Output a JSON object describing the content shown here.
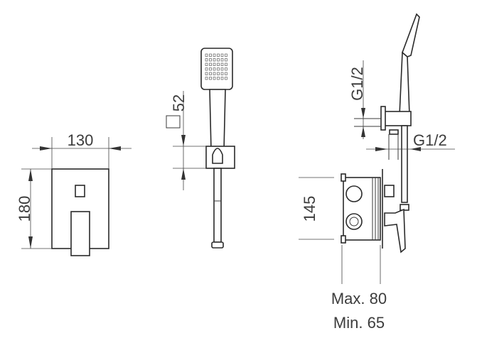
{
  "front_view": {
    "width_label": "130",
    "height_label": "180"
  },
  "hand_shower_view": {
    "holder_size_label": "52"
  },
  "side_view": {
    "vertical_thread_label": "G1/2",
    "horizontal_thread_label": "G1/2",
    "box_height_label": "145",
    "depth_max_label": "Max. 80",
    "depth_min_label": "Min. 65"
  }
}
